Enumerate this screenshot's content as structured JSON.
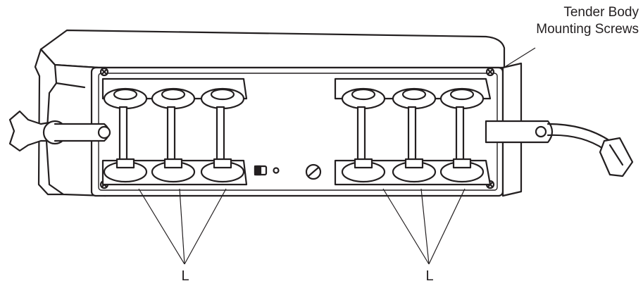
{
  "callout": {
    "line1": "Tender Body",
    "line2": "Mounting Screws"
  },
  "labels": {
    "left_letter": "L",
    "right_letter": "L"
  },
  "colors": {
    "line": "#231f20",
    "fill": "#ffffff",
    "shade": "#231f20"
  }
}
